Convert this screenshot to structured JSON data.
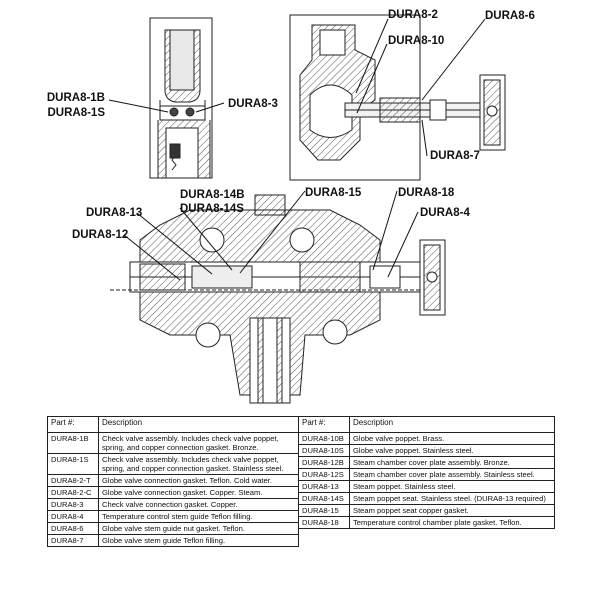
{
  "callouts": {
    "dura8_1b": "DURA8-1B",
    "dura8_1s": "DURA8-1S",
    "dura8_3": "DURA8-3",
    "dura8_2": "DURA8-2",
    "dura8_10": "DURA8-10",
    "dura8_6": "DURA8-6",
    "dura8_7": "DURA8-7",
    "dura8_14b": "DURA8-14B",
    "dura8_14s": "DURA8-14S",
    "dura8_15": "DURA8-15",
    "dura8_18": "DURA8-18",
    "dura8_4": "DURA8-4",
    "dura8_13": "DURA8-13",
    "dura8_12": "DURA8-12"
  },
  "table": {
    "headers": {
      "part": "Part #:",
      "description": "Description"
    },
    "left_rows": [
      {
        "part": "DURA8-1B",
        "description": "Check valve assembly. Includes check valve poppet, spring, and copper connection gasket. Bronze."
      },
      {
        "part": "DURA8-1S",
        "description": "Check valve assembly. Includes check valve poppet, spring, and copper connection gasket. Stainless steel."
      },
      {
        "part": "DURA8-2-T",
        "description": "Globe valve connection gasket. Teflon. Cold water."
      },
      {
        "part": "DURA8-2-C",
        "description": "Globe valve connection gasket. Copper. Steam."
      },
      {
        "part": "DURA8-3",
        "description": "Check valve connection gasket. Copper."
      },
      {
        "part": "DURA8-4",
        "description": "Temperature control stem guide Teflon filling."
      },
      {
        "part": "DURA8-6",
        "description": "Globe valve stem guide nut gasket. Teflon."
      },
      {
        "part": "DURA8-7",
        "description": "Globe valve stem guide Teflon filling."
      }
    ],
    "right_rows": [
      {
        "part": "DURA8-10B",
        "description": "Globe valve poppet. Brass."
      },
      {
        "part": "DURA8-10S",
        "description": "Globe valve poppet. Stainless steel."
      },
      {
        "part": "DURA8-12B",
        "description": "Steam chamber cover plate assembly. Bronze."
      },
      {
        "part": "DURA8-12S",
        "description": "Steam chamber cover plate assembly. Stainless steel."
      },
      {
        "part": "DURA8-13",
        "description": "Steam poppet. Stainless steel."
      },
      {
        "part": "DURA8-14S",
        "description": "Steam poppet seat. Stainless steel. (DURA8-13 required)"
      },
      {
        "part": "DURA8-15",
        "description": "Steam poppet seat copper gasket."
      },
      {
        "part": "DURA8-18",
        "description": "Temperature control chamber plate gasket. Teflon."
      }
    ]
  }
}
